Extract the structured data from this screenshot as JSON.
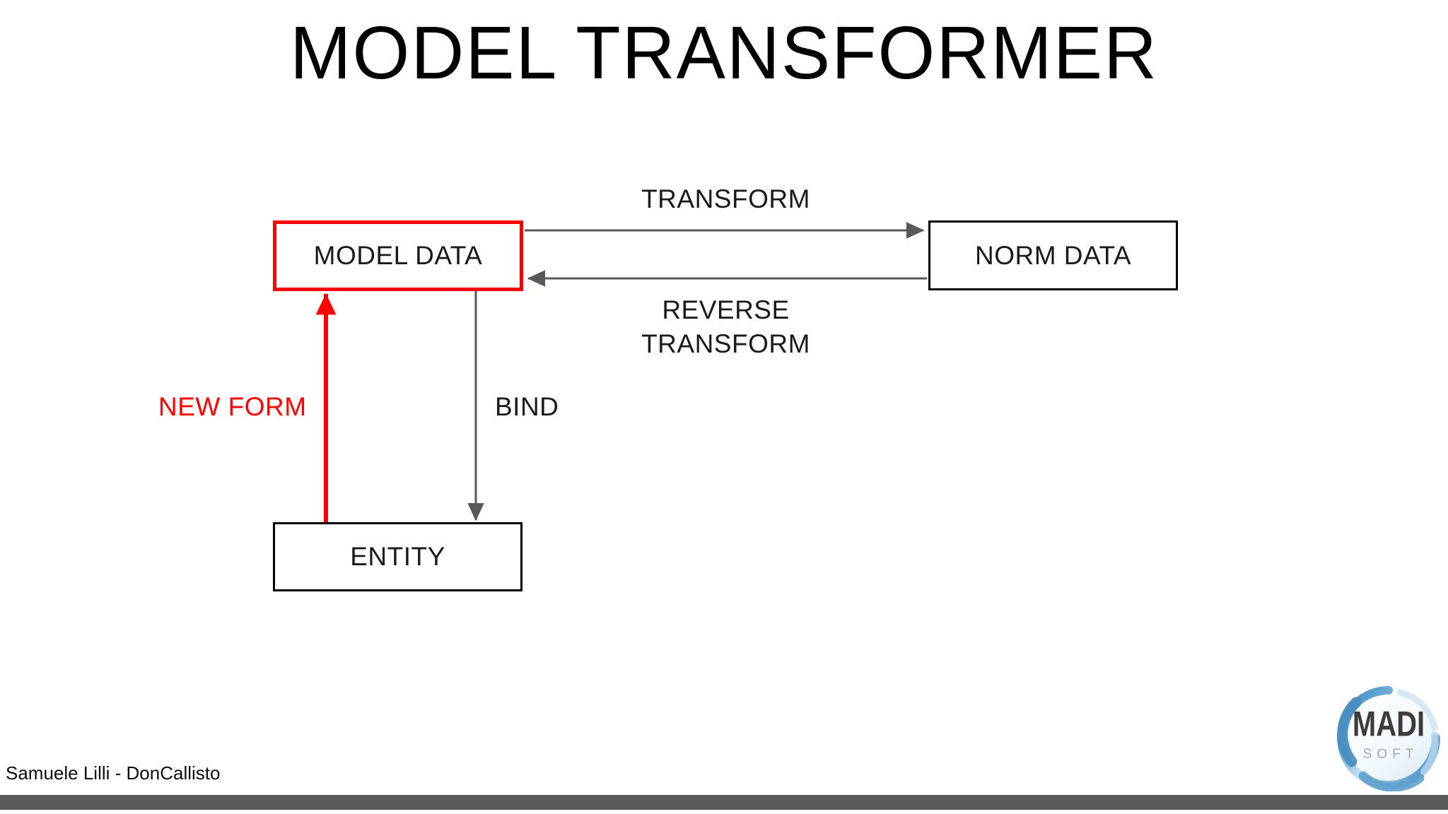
{
  "slide": {
    "title": "MODEL TRANSFORMER",
    "background_color": "#ffffff"
  },
  "diagram": {
    "type": "flow-diagram",
    "nodes": [
      {
        "id": "model-data",
        "label": "MODEL DATA",
        "border_color": "#ff0000",
        "text_color": "#1a1a1a"
      },
      {
        "id": "norm-data",
        "label": "NORM DATA",
        "border_color": "#000000",
        "text_color": "#1a1a1a"
      },
      {
        "id": "entity",
        "label": "ENTITY",
        "border_color": "#000000",
        "text_color": "#1a1a1a"
      }
    ],
    "edges": [
      {
        "id": "transform",
        "label": "TRANSFORM",
        "from": "model-data",
        "to": "norm-data",
        "color": "#595959"
      },
      {
        "id": "reverse-transform",
        "label": "REVERSE\nTRANSFORM",
        "from": "norm-data",
        "to": "model-data",
        "color": "#595959"
      },
      {
        "id": "new-form",
        "label": "NEW FORM",
        "from": "entity",
        "to": "model-data",
        "color": "#ff0000"
      },
      {
        "id": "bind",
        "label": "BIND",
        "from": "model-data",
        "to": "entity",
        "color": "#595959"
      }
    ]
  },
  "footer": {
    "author": "Samuele Lilli - DonCallisto",
    "bar_color": "#595959"
  },
  "logo": {
    "name": "madi-soft-logo",
    "primary_text": "MADI",
    "secondary_text": "SOFT",
    "accent_color": "#4a8ec2"
  }
}
